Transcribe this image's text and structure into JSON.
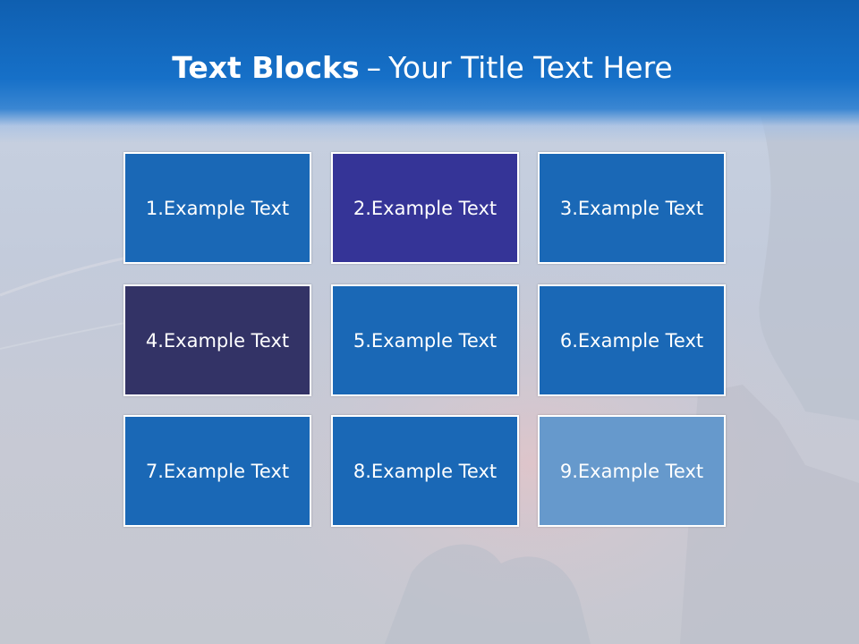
{
  "slide": {
    "title_bold": "Text Blocks",
    "title_dash": "–",
    "title_rest": "Your Title Text Here"
  },
  "blocks": [
    {
      "label": "1.Example Text",
      "color": "#1a68b6"
    },
    {
      "label": "2.Example Text",
      "color": "#353497"
    },
    {
      "label": "3.Example Text",
      "color": "#1a68b6"
    },
    {
      "label": "4.Example Text",
      "color": "#333366"
    },
    {
      "label": "5.Example Text",
      "color": "#1a68b6"
    },
    {
      "label": "6.Example Text",
      "color": "#1a68b6"
    },
    {
      "label": "7.Example Text",
      "color": "#1a68b6"
    },
    {
      "label": "8.Example Text",
      "color": "#1a68b6"
    },
    {
      "label": "9.Example Text",
      "color": "#6699cc"
    }
  ]
}
